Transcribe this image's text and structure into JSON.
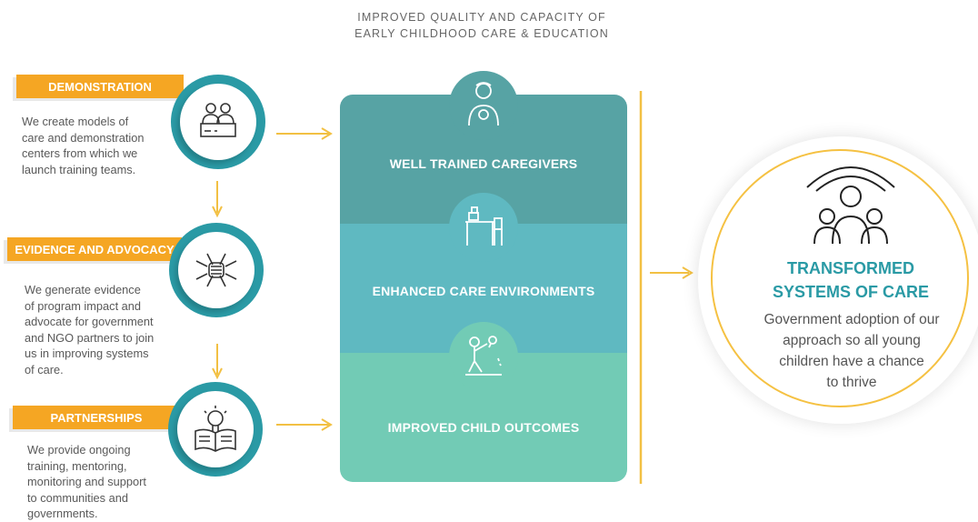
{
  "header": {
    "line1": "IMPROVED QUALITY AND CAPACITY OF",
    "line2": "EARLY CHILDHOOD CARE & EDUCATION"
  },
  "approaches": [
    {
      "tag": "DEMONSTRATION",
      "icon": "presenters-icon",
      "lines": [
        "We create models of",
        "care and demonstration",
        "centers from which we",
        "launch training teams."
      ]
    },
    {
      "tag": "EVIDENCE AND ADVOCACY",
      "icon": "joined-hands-icon",
      "lines": [
        "We generate evidence",
        "of program impact and",
        "advocate for government",
        "and NGO partners to join",
        "us in improving systems",
        "of care."
      ]
    },
    {
      "tag": "PARTNERSHIPS",
      "icon": "lightbulb-book-icon",
      "lines": [
        "We provide ongoing",
        "training, mentoring,",
        "monitoring and support",
        "to communities and",
        "governments."
      ]
    }
  ],
  "outcomes": [
    {
      "label": "WELL TRAINED CAREGIVERS",
      "icon": "caregiver-icon",
      "color": "#57a3a4"
    },
    {
      "label": "ENHANCED CARE ENVIRONMENTS",
      "icon": "classroom-furniture-icon",
      "color": "#5fb9c1"
    },
    {
      "label": "IMPROVED CHILD OUTCOMES",
      "icon": "playing-child-icon",
      "color": "#72cbb5"
    }
  ],
  "result": {
    "title_line1": "TRANSFORMED",
    "title_line2": "SYSTEMS OF CARE",
    "lines": [
      "Government adoption of our",
      "approach so all young",
      "children have a chance",
      "to thrive"
    ],
    "icon": "protected-family-icon"
  },
  "colors": {
    "accent_orange": "#f5a623",
    "ring_teal": "#2a9aa5",
    "arrow_gold": "#f2c043",
    "result_title": "#2a9aa5"
  }
}
